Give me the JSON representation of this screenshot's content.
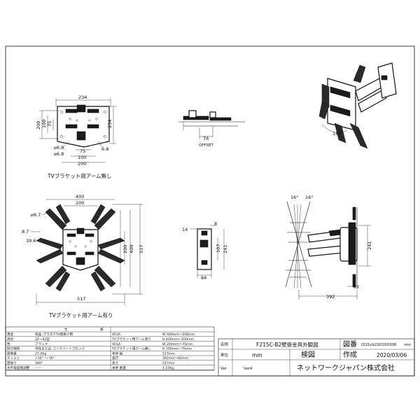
{
  "captions": {
    "view_no_arm": "TVブラケット用アーム無し",
    "view_with_arm": "TVブラケット用アーム有り"
  },
  "dims": {
    "front_top": {
      "w234": "234",
      "h234": "234",
      "h200": "200",
      "h100": "100",
      "h75": "75",
      "hole_a": "⌀6.8",
      "hole_b": "⌀6.8",
      "hole_c": "6.8",
      "w75": "75",
      "w100": "100",
      "w200": "200"
    },
    "side_top": {
      "d76": "76",
      "offset": "OFFSET"
    },
    "rot_deg": "180°",
    "front_arm": {
      "w400": "400",
      "w200": "200",
      "h400": "400",
      "h200": "200",
      "h517": "517",
      "w517": "517",
      "hole_a": "⌀8.7",
      "hole_b": "8.7",
      "d39": "39.6"
    },
    "wall_plate": {
      "w14": "14",
      "w8": "8",
      "h107": "107",
      "h241": "241",
      "w84": "84"
    },
    "side_arm": {
      "t16a": "16°",
      "t16b": "16°",
      "h241": "241",
      "w82": "82",
      "w392": "392"
    }
  },
  "spec": {
    "head_item": "仕",
    "head_val": "様",
    "rows": [
      {
        "k": "用途",
        "v": "液晶･プラズマTV壁掛け用",
        "k2": "VESA",
        "v2": "W 400mm〜200mm"
      },
      {
        "k": "適合",
        "v": "32〜42型",
        "k2": "TVブラケット用アーム有り",
        "v2": "H 400mm〜200mm"
      },
      {
        "k": "色",
        "v": "ブラック",
        "k2": "VESA",
        "v2": "W 200mm〜75mm"
      },
      {
        "k": "取付場所",
        "v": "木柱または､コンクリートブロック",
        "k2": "TVブラケット用アーム無し",
        "v2": "H 200mm〜75mm"
      },
      {
        "k": "耐荷重",
        "v": "27.2Kg",
        "k2": "本体 幅",
        "v2": "517mm"
      },
      {
        "k": "チィルト",
        "v": "+16° 〜-16°",
        "k2": "奥行",
        "v2": "392mm〜82mm"
      },
      {
        "k": "首振り",
        "v": "180°",
        "k2": "高さ",
        "v2": "517mm"
      },
      {
        "k": "水平角度微調整",
        "v": "------",
        "k2": "本体 重量",
        "v2": "4.15Kg"
      }
    ]
  },
  "title_block": {
    "name_label": "名称",
    "name_value": "F215C-B2壁掛金具外観図",
    "drawing_no_label": "図番",
    "drawing_no_value": "f215cb220200306",
    "mo": "mo",
    "unit_label": "単位",
    "unit_value": "mm",
    "check_label": "検図",
    "made_label": "作成",
    "made_date": "2020/03/06",
    "ver_label": "Ver",
    "ver_value": "Ver4",
    "company": "ネットワークジャパン株式会社"
  }
}
